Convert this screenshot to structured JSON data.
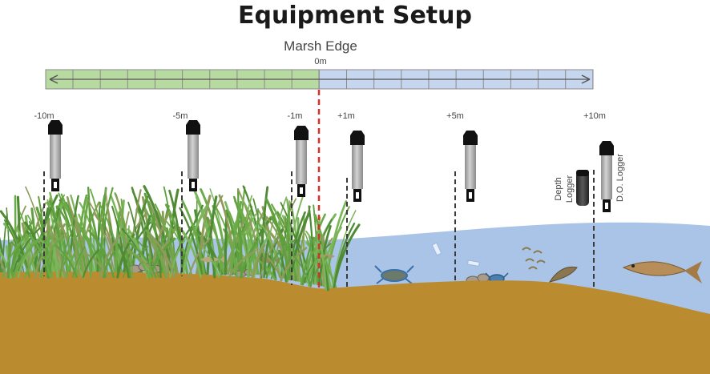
{
  "title": "Equipment Setup",
  "edge": {
    "label": "Marsh Edge",
    "zero_label": "0m"
  },
  "positions": [
    "-10m",
    "-5m",
    "-1m",
    "+1m",
    "+5m",
    "+10m"
  ],
  "loggers": {
    "depth_line1": "Depth",
    "depth_line2": "Logger",
    "do_label": "D.O. Logger"
  },
  "colors": {
    "marsh_zone": "#b7daa0",
    "water_zone": "#c5d6ee",
    "water": "#a9c4e6",
    "sediment": "#bb8c2f",
    "grass": "#5f9f3e",
    "edge_line": "#d9302c",
    "sensor_body": "#b3b3b3",
    "sensor_cap": "#111111"
  }
}
